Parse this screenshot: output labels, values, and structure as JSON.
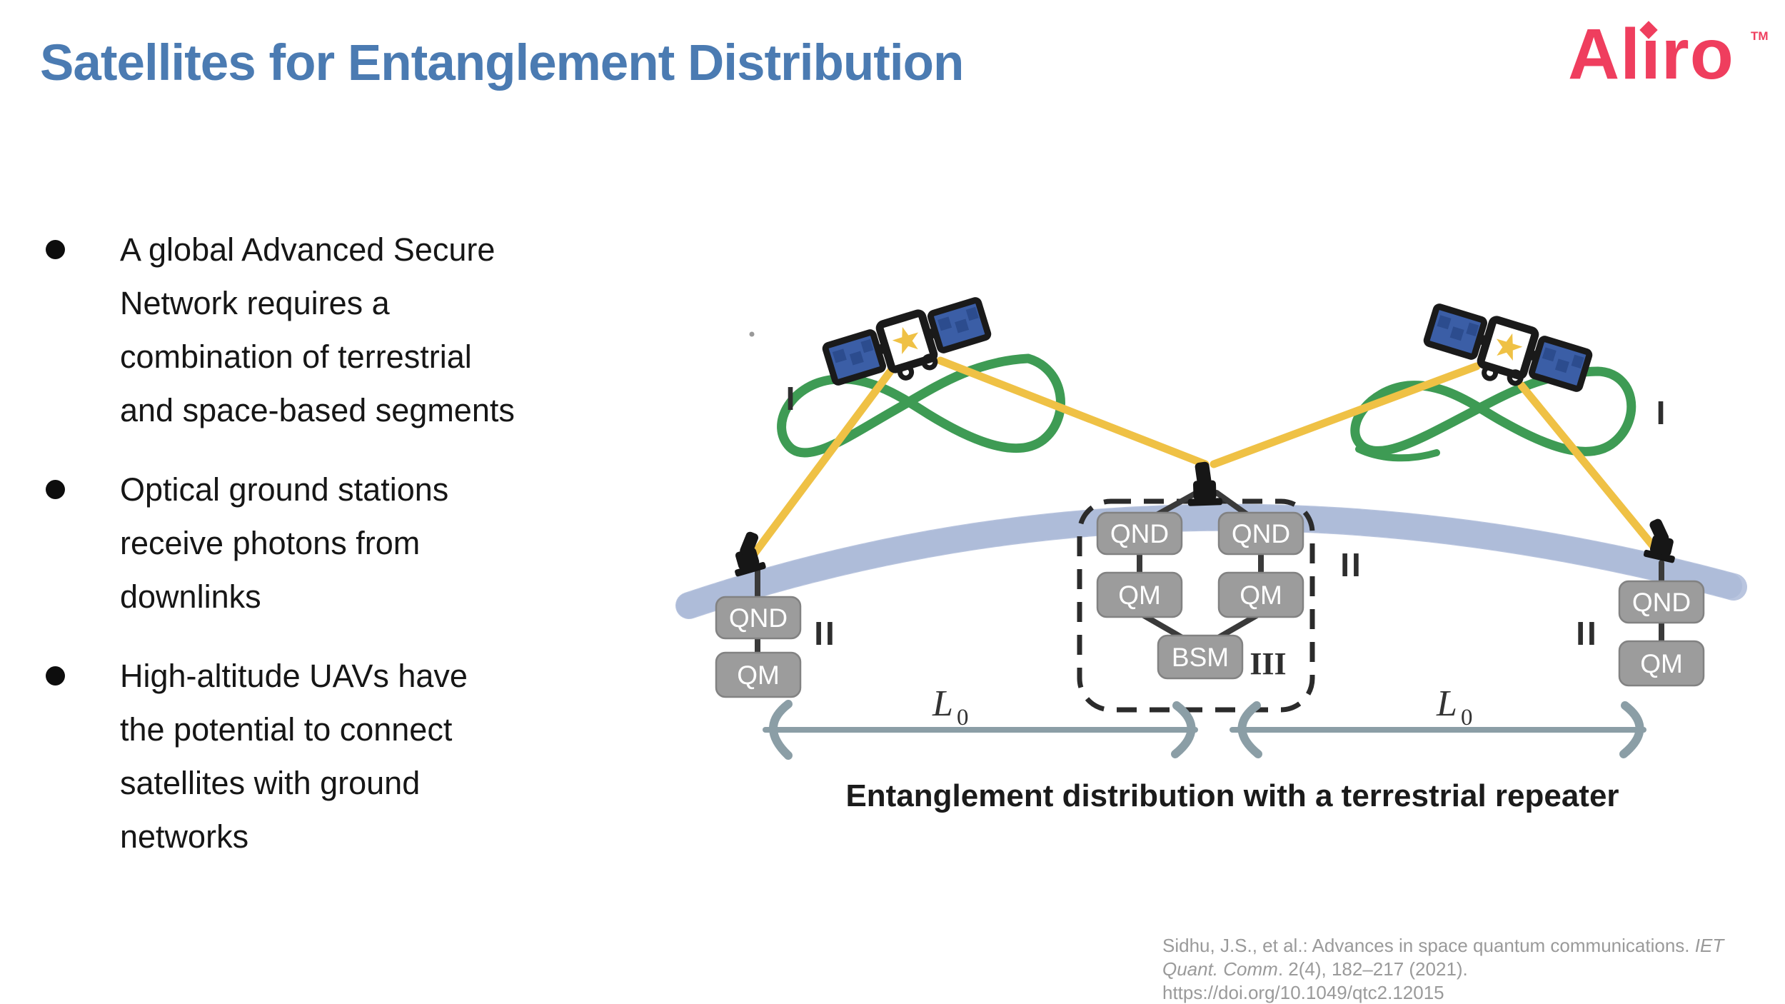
{
  "title": "Satellites for Entanglement Distribution",
  "logo": {
    "text_before_i": "Al",
    "letter_i_dotless": "ı",
    "text_after_i": "ro",
    "trademark": "TM"
  },
  "bullets": [
    {
      "lines": [
        "A global Advanced Secure",
        "Network requires a",
        "combination of terrestrial",
        "and space-based segments"
      ]
    },
    {
      "lines": [
        "Optical ground stations",
        "receive photons from",
        "downlinks"
      ]
    },
    {
      "lines": [
        "High-altitude UAVs have",
        "the potential to connect",
        "satellites with ground",
        "networks"
      ]
    }
  ],
  "diagram": {
    "caption": "Entanglement distribution with a terrestrial repeater",
    "node_labels": {
      "qnd": "QND",
      "qm": "QM",
      "bsm": "BSM"
    },
    "region_labels": {
      "one": "I",
      "two": "II",
      "three": "III"
    },
    "distance_label": {
      "symbol": "L",
      "subscript": "0"
    }
  },
  "citation": {
    "line1_normal": "Sidhu, J.S., et al.: Advances in space quantum communications. ",
    "line1_italic": "IET",
    "line2_italic": "Quant. Comm",
    "line2_normal": ". 2(4), 182–217 (2021).",
    "line3": "https://doi.org/10.1049/qtc2.12015"
  },
  "colors": {
    "title_blue": "#4b7bb2",
    "logo_pink": "#EF3E5E",
    "orbit_green": "#3E9B54",
    "beam_yellow": "#EFC145",
    "panel_blue": "#3B5EA6",
    "earth_arc": "#b5c2dd",
    "box_gray": "#9C9C9C",
    "arrow_gray": "#8b9ea6"
  }
}
